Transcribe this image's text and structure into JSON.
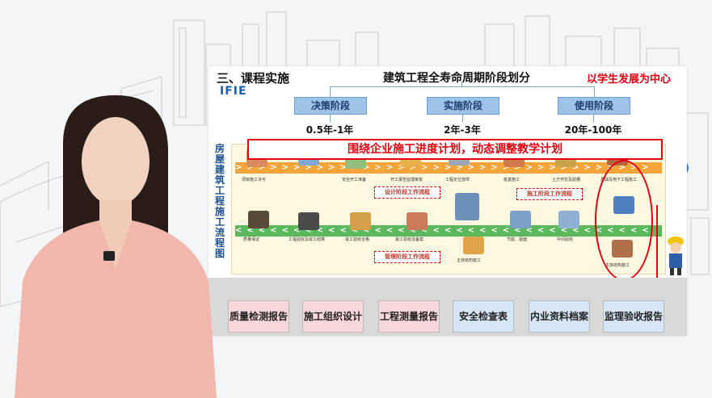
{
  "slide": {
    "section_title": "三、课程实施",
    "logo": "IFIE",
    "main_title": "建筑工程全寿命周期阶段划分",
    "slogan": "以学生发展为中心",
    "phases": [
      {
        "label": "决策阶段",
        "duration": "0.5年-1年"
      },
      {
        "label": "实施阶段",
        "duration": "2年-3年"
      },
      {
        "label": "使用阶段",
        "duration": "20年-100年"
      }
    ],
    "banner": "围绕企业施工进度计划，动态调整教学计划",
    "side_label": "房屋建筑工程施工流程图",
    "flow_tags": [
      "设计阶段工作流程",
      "施工阶段工作流程",
      "管理阶段工作流程"
    ],
    "top_lane_captions": [
      "项目施工许可",
      "安全开工准备",
      "开工报告监理审批",
      "工程定位放样",
      "桩基施工",
      "土方开挖及验槽",
      "基础及地下工程施工"
    ],
    "bottom_lane_captions": [
      "质量保证",
      "工程验收及竣工结算",
      "竣工验收合格",
      "竣工验收及备案",
      "主体结构施工",
      "节能、屋面",
      "中间验收",
      "主体结构施工"
    ],
    "reports": [
      {
        "label": "质量检测报告",
        "style": "pink"
      },
      {
        "label": "施工组织设计",
        "style": "pink"
      },
      {
        "label": "工程测量报告",
        "style": "pink"
      },
      {
        "label": "安全检查表",
        "style": "blue"
      },
      {
        "label": "内业资料档案",
        "style": "blue"
      },
      {
        "label": "监理验收报告",
        "style": "blue"
      }
    ]
  },
  "colors": {
    "accent_red": "#e60012",
    "phase_blue": "#9ec3e6",
    "lane_orange": "#f7a53a",
    "lane_green": "#5cb85c"
  }
}
